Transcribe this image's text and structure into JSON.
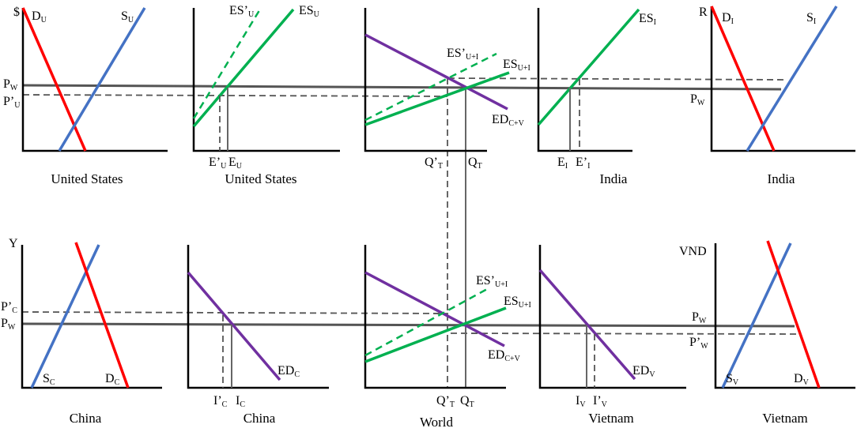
{
  "colors": {
    "demand": "#ff0000",
    "supply": "#4472c4",
    "export_supply": "#00b050",
    "export_demand": "#7030a0",
    "price_line": "#555555"
  },
  "us_market": {
    "title": "United States",
    "axis": "$",
    "D": {
      "b": "D",
      "s": "U"
    },
    "S": {
      "b": "S",
      "s": "U"
    },
    "PW": {
      "b": "P",
      "s": "W"
    },
    "PU": {
      "b": "P’",
      "s": "U"
    }
  },
  "us_export": {
    "title": "United States",
    "ESp": {
      "b": "ES’",
      "s": "U"
    },
    "ES": {
      "b": "ES",
      "s": "U"
    },
    "Ep": {
      "b": "E’",
      "s": "U"
    },
    "E": {
      "b": "E",
      "s": "U"
    }
  },
  "world_top": {
    "ESp": {
      "b": "ES’",
      "s": "U+I"
    },
    "ES": {
      "b": "ES",
      "s": "U+I"
    },
    "ED": {
      "b": "ED",
      "s": "C+V"
    },
    "Qp": {
      "b": "Q’",
      "s": "T"
    },
    "Q": {
      "b": "Q",
      "s": "T"
    }
  },
  "india_export": {
    "title": "India",
    "ES": {
      "b": "ES",
      "s": "I"
    },
    "E": {
      "b": "E",
      "s": "I"
    },
    "Ep": {
      "b": "E’",
      "s": "I"
    }
  },
  "india_market": {
    "title": "India",
    "axis": "R",
    "D": {
      "b": "D",
      "s": "I"
    },
    "S": {
      "b": "S",
      "s": "I"
    },
    "PW": {
      "b": "P",
      "s": "W"
    }
  },
  "china_market": {
    "title": "China",
    "axis": "Y",
    "PC": {
      "b": "P’",
      "s": "C"
    },
    "PW": {
      "b": "P",
      "s": "W"
    },
    "S": {
      "b": "S",
      "s": "C"
    },
    "D": {
      "b": "D",
      "s": "C"
    }
  },
  "china_import": {
    "title": "China",
    "ED": {
      "b": "ED",
      "s": "C"
    },
    "Ip": {
      "b": "I’",
      "s": "C"
    },
    "I": {
      "b": "I",
      "s": "C"
    }
  },
  "world_bottom": {
    "title": "World",
    "ESp": {
      "b": "ES’",
      "s": "U+I"
    },
    "ES": {
      "b": "ES",
      "s": "U+I"
    },
    "ED": {
      "b": "ED",
      "s": "C+V"
    },
    "Qp": {
      "b": "Q’",
      "s": "T"
    },
    "Q": {
      "b": "Q",
      "s": "T"
    }
  },
  "vietnam_import": {
    "title": "Vietnam",
    "ED": {
      "b": "ED",
      "s": "V"
    },
    "I": {
      "b": "I",
      "s": "V"
    },
    "Ip": {
      "b": "I’",
      "s": "V"
    }
  },
  "vietnam_market": {
    "title": "Vietnam",
    "axis": "VND",
    "PW": {
      "b": "P",
      "s": "W"
    },
    "PWp": {
      "b": "P’",
      "s": "W"
    },
    "S": {
      "b": "S",
      "s": "V"
    },
    "D": {
      "b": "D",
      "s": "V"
    }
  }
}
